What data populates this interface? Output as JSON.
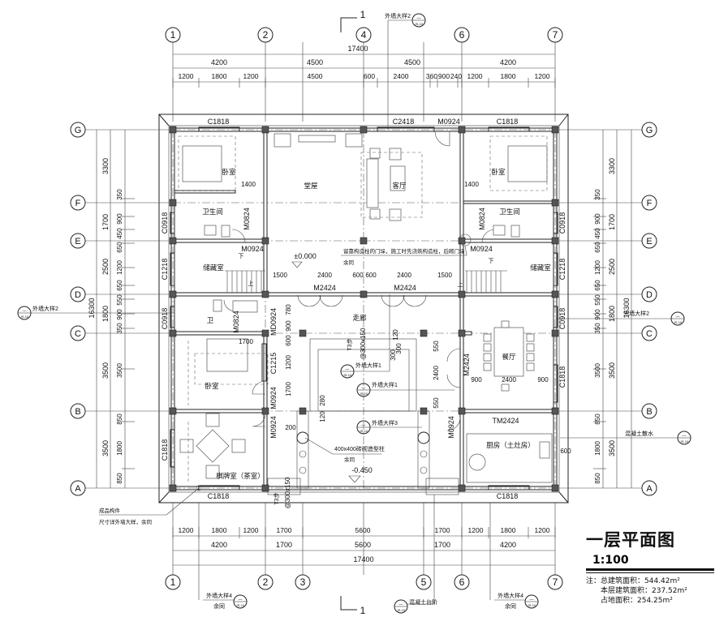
{
  "title": {
    "name": "一层平面图",
    "scale": "1:100"
  },
  "notes": {
    "label": "注：",
    "items": [
      "总建筑面积：544.42m²",
      "本层建筑面积：237.52m²",
      "占地面积：254.25m²"
    ]
  },
  "axes": {
    "columns": [
      "1",
      "2",
      "3",
      "4",
      "5",
      "6",
      "7"
    ],
    "rows": [
      "A",
      "B",
      "C",
      "D",
      "E",
      "F",
      "G"
    ]
  },
  "section_mark": "1",
  "dims_top": {
    "total": "17400",
    "row2": [
      "4200",
      "4500",
      "4500",
      "4200"
    ],
    "row3": [
      "1200",
      "1800",
      "1200",
      "4500",
      "600",
      "2400",
      "360",
      "900",
      "240",
      "1200",
      "1800",
      "1200"
    ]
  },
  "dims_bottom": {
    "row1": [
      "1200",
      "1800",
      "1200",
      "1700",
      "5600",
      "1700",
      "1200",
      "1800",
      "1200"
    ],
    "row2": [
      "4200",
      "1700",
      "5600",
      "1700",
      "4200"
    ],
    "total": "17400"
  },
  "dims_side": {
    "total": "16300",
    "row2": [
      "3300",
      "1700",
      "2500",
      "1800",
      "3500",
      "3500"
    ],
    "row3": [
      "350",
      "900",
      "450",
      "650",
      "1200",
      "650",
      "550",
      "900",
      "350",
      "3500",
      "850",
      "1800",
      "850"
    ]
  },
  "rooms": {
    "hall": "堂屋",
    "living": "客厅",
    "bedroom": "卧室",
    "bathroom": "卫生间",
    "storage": "储藏室",
    "wc": "卫",
    "corridor": "走廊",
    "dining": "餐厅",
    "kitchen": "厨房（土灶房）",
    "tea_room": "棋牌室（茶室）"
  },
  "openings": {
    "c1818": "C1818",
    "c2418": "C2418",
    "m0924": "M0924",
    "c0918": "C0918",
    "c1218": "C1218",
    "m0824": "M0824",
    "md0924": "MD0924",
    "c1215": "C1215",
    "m2424": "M2424",
    "tm2424": "TM2424"
  },
  "inner_dims": {
    "d1400": "1400",
    "d1500": "1500",
    "d2400": "2400",
    "d600": "600",
    "d780": "780",
    "d900": "900",
    "d1200": "1200",
    "d1700": "1700",
    "d300": "300",
    "d120": "120",
    "d550": "550",
    "d280": "280",
    "d200": "200"
  },
  "levels": {
    "floor": "±0.000",
    "porch": "-0.450"
  },
  "annotations": {
    "wall_detail_1": "外墙大样1",
    "wall_detail_2": "外墙大样2",
    "wall_detail_3": "外墙大样3",
    "wall_detail_4": "外墙大样4",
    "same_elsewhere": "余同",
    "door_pier_note": "留靠构造柱的门垛，施工时先浇筑构造柱，后砌门垛",
    "column_note": "400x400砖砌造型柱",
    "steps": "T3步",
    "steps_size": "@300x150",
    "prefab": "成品构件",
    "prefab_note": "尺寸详外墙大样，余同",
    "concrete_steps": "混凝土台阶",
    "apron": "混凝土散水",
    "stair_down": "下",
    "stair_up": "上",
    "detail_top": "—",
    "detail_bottom": "JS-10"
  }
}
